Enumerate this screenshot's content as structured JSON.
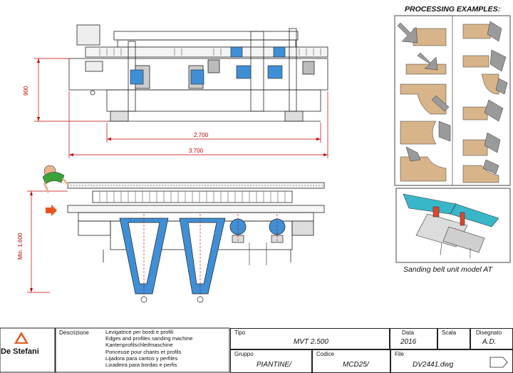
{
  "drawing": {
    "dimensions": {
      "height": "900",
      "length_inner": "2.700",
      "length_total": "3.700",
      "min_width": "Min. 1.600"
    }
  },
  "processing": {
    "title": "PROCESSING EXAMPLES:",
    "caption": "Sanding belt unit model AT"
  },
  "title_block": {
    "logo_text": "De Stefani",
    "descrizione_label": "Descrizione",
    "descrizione_lines": [
      "Levigatrice per bordi e profili",
      "Edges and profiles sanding machine",
      "Kantenprofilschleifmaschine",
      "Ponceuse pour chants et profils",
      "Lijadora para cantos y perfiles",
      "Lixadeira para bordas e perfis"
    ],
    "tipo_label": "Tipo",
    "tipo_value": "MVT 2.500",
    "data_label": "Data",
    "data_value": "2016",
    "scala_label": "Scala",
    "disegnato_label": "Disegnato",
    "disegnato_value": "A.D.",
    "gruppo_label": "Gruppo",
    "gruppo_value": "PIANTINE/",
    "codice_label": "Codice",
    "codice_value": "MCD25/",
    "file_label": "File",
    "file_value": "DV2441.dwg"
  },
  "colors": {
    "line": "#c00000",
    "blue": "#3f8fd6",
    "wood": "#d8b48a",
    "grey_arrow": "#9a9a9a",
    "teal": "#39b7c9",
    "orange_arrow": "#e8541f",
    "person_green": "#3aa33a"
  }
}
